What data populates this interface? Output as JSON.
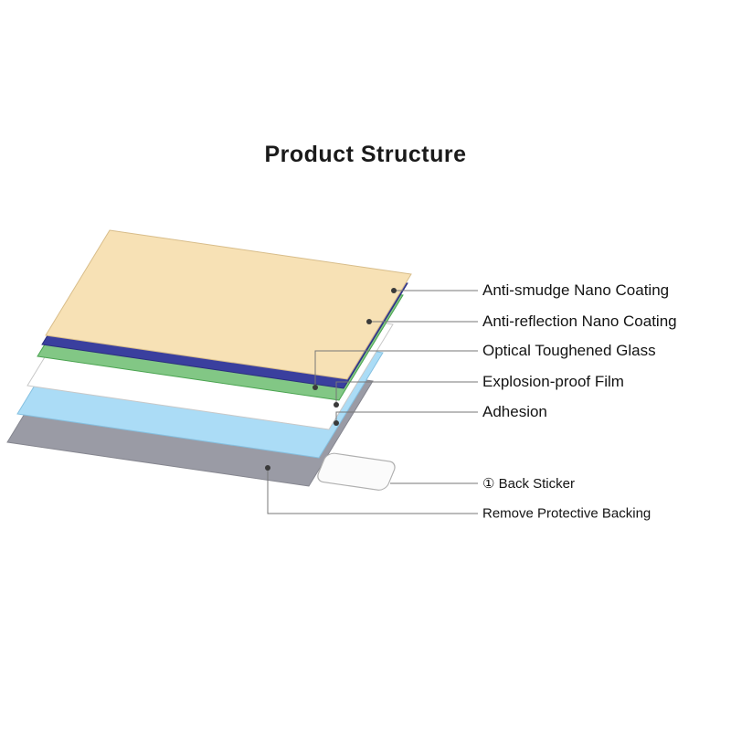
{
  "title": "Product Structure",
  "colors": {
    "line": "#777777",
    "dot": "#3a3a3a"
  },
  "layers": [
    {
      "id": "anti-smudge-nano-coating",
      "color": "#f7e1b5"
    },
    {
      "id": "anti-reflection-nano-coating",
      "color": "#3a3f9e"
    },
    {
      "id": "optical-toughened-glass",
      "color": "#82c785"
    },
    {
      "id": "explosion-proof-film",
      "color": "#ffffff"
    },
    {
      "id": "adhesion",
      "color": "#abdcf6"
    },
    {
      "id": "back-sticker",
      "color": "#fbfbfb"
    },
    {
      "id": "remove-protective-backing",
      "color": "#9a9ba5"
    }
  ],
  "labels": [
    {
      "text": "Anti-smudge Nano Coating"
    },
    {
      "text": "Anti-reflection Nano Coating"
    },
    {
      "text": "Optical Toughened Glass"
    },
    {
      "text": "Explosion-proof Film"
    },
    {
      "text": "Adhesion"
    },
    {
      "text": "① Back Sticker"
    },
    {
      "text": "Remove Protective Backing"
    }
  ]
}
